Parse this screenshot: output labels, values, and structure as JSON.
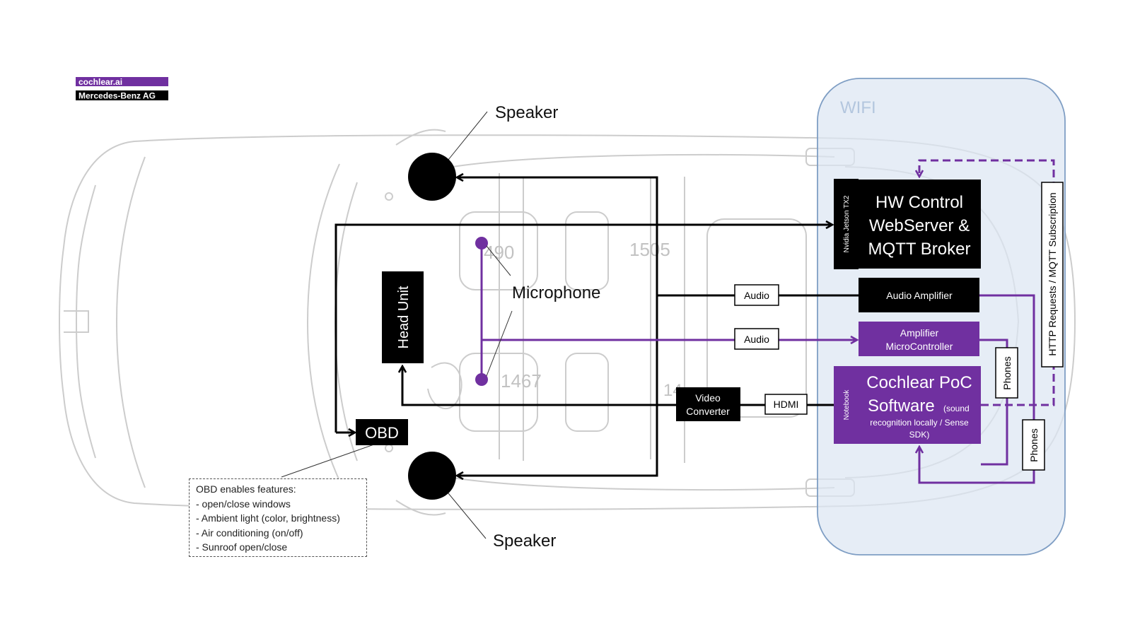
{
  "badges": {
    "cochlear": "cochlear.ai",
    "mercedes": "Mercedes-Benz AG"
  },
  "wifi_label": "WIFI",
  "labels": {
    "speaker_top": "Speaker",
    "speaker_bottom": "Speaker",
    "microphone": "Microphone",
    "head_unit": "Head Unit",
    "obd": "OBD",
    "video_converter_line1": "Video",
    "video_converter_line2": "Converter",
    "hdmi": "HDMI",
    "audio_1": "Audio",
    "audio_2": "Audio",
    "nvidia": "Nvidia Jetson TX2",
    "notebook": "Notebook",
    "phones_1": "Phones",
    "phones_2": "Phones",
    "http": "HTTP Requests / MQTT Subscription"
  },
  "hw_control": {
    "line1": "HW Control",
    "line2": "WebServer &",
    "line3": "MQTT Broker"
  },
  "audio_amplifier": "Audio Amplifier",
  "amplifier_mc": {
    "line1": "Amplifier",
    "line2": "MicroController"
  },
  "cochlear_software": {
    "line1": "Cochlear PoC",
    "line2": "Software",
    "line2_small": "(sound",
    "line3": "recognition locally / Sense",
    "line4": "SDK)"
  },
  "car_dimensions": {
    "d1": "490",
    "d2": "1505",
    "d3": "1467",
    "d4": "14"
  },
  "obd_note": {
    "title": "OBD enables features:",
    "items": [
      "- open/close windows",
      "- Ambient light (color, brightness)",
      "- Air conditioning (on/off)",
      "- Sunroof open/close"
    ]
  },
  "colors": {
    "purple": "#7030a0",
    "black": "#000000",
    "car_line": "#c8c8c8",
    "wifi_fill": "#dce6f2",
    "wifi_stroke": "#7f9ec4"
  }
}
